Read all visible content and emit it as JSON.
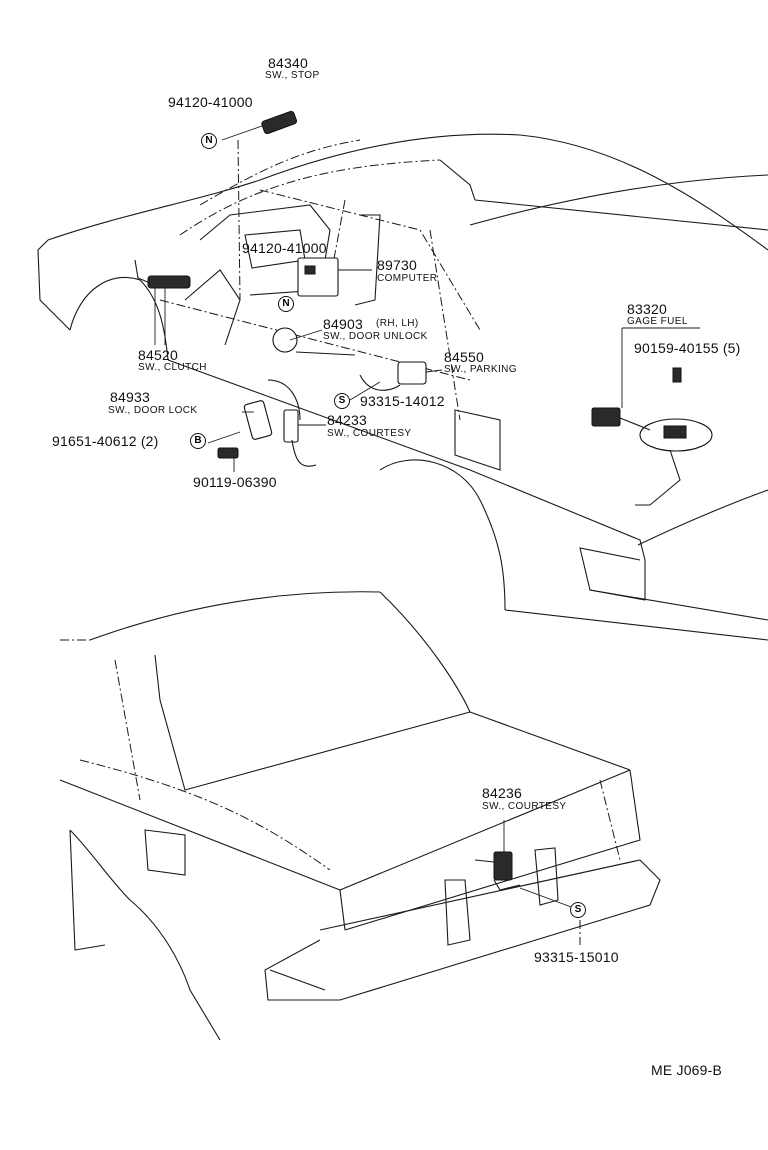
{
  "labels": {
    "p84340": "84340",
    "p84340_desc": "SW., STOP",
    "p94120_top": "94120-41000",
    "p94120_mid": "94120-41000",
    "p89730": "89730",
    "p89730_desc": "COMPUTER",
    "p84903": "84903",
    "p84903_note": "(RH, LH)",
    "p84903_desc": "SW., DOOR UNLOCK",
    "p84520": "84520",
    "p84520_desc": "SW., CLUTCH",
    "p84550": "84550",
    "p84550_desc": "SW., PARKING",
    "p93315_14012": "93315-14012",
    "p84933": "84933",
    "p84933_desc": "SW., DOOR LOCK",
    "p84233": "84233",
    "p84233_desc": "SW., COURTESY",
    "p91651": "91651-40612 (2)",
    "p90119": "90119-06390",
    "p83320": "83320",
    "p83320_desc": "GAGE FUEL",
    "p90159": "90159-40155 (5)",
    "p84236": "84236",
    "p84236_desc": "SW., COURTESY",
    "p93315_15010": "93315-15010",
    "footer": "ME  J069-B"
  },
  "symbols": {
    "n_top": "N",
    "n_mid": "N",
    "s_mid": "S",
    "b_mid": "B",
    "s_bot": "S"
  },
  "colors": {
    "ink": "#111111",
    "paper": "#ffffff"
  }
}
